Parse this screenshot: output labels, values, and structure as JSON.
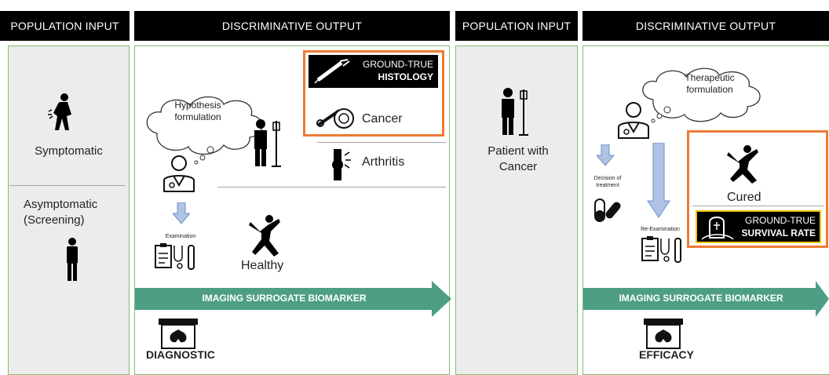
{
  "headers": {
    "left_input": "POPULATION INPUT",
    "left_output": "DISCRIMINATIVE OUTPUT",
    "right_input": "POPULATION INPUT",
    "right_output": "DISCRIMINATIVE OUTPUT"
  },
  "left_input": {
    "symptomatic": "Symptomatic",
    "asymptomatic_line1": "Asymptomatic",
    "asymptomatic_line2": "(Screening)"
  },
  "left_output": {
    "cloud": "Hypothesis\nformulation",
    "gt_line1": "GROUND-TRUE",
    "gt_line2": "HISTOLOGY",
    "cancer": "Cancer",
    "arthritis": "Arthritis",
    "examination": "Examination",
    "healthy": "Healthy",
    "arrow_label": "IMAGING SURROGATE BIOMARKER",
    "bottom_label": "DIAGNOSTIC"
  },
  "right_input": {
    "patient_line1": "Patient with",
    "patient_line2": "Cancer"
  },
  "right_output": {
    "cloud": "Therapeutic\nformulation",
    "decision_line1": "Decision of",
    "decision_line2": "treatment",
    "reexam": "Re-Examination",
    "cured": "Cured",
    "gt_line1": "GROUND-TRUE",
    "gt_line2": "SURVIVAL RATE",
    "arrow_label": "IMAGING SURROGATE BIOMARKER",
    "bottom_label": "EFFICACY"
  },
  "colors": {
    "header_bg": "#000000",
    "panel_border": "#7fbf6a",
    "arrow": "#4e9e86",
    "highlight_box": "#ee7a34",
    "down_arrow": "#aec3e6",
    "gray_panel": "#ececec"
  }
}
